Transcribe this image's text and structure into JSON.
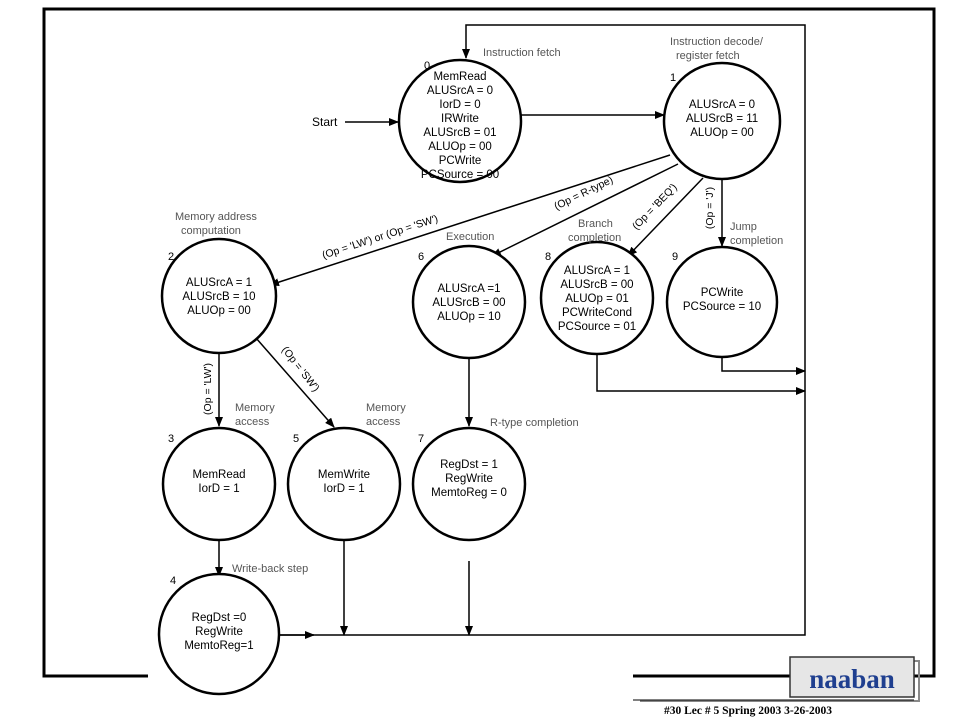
{
  "diagram": {
    "start_label": "Start",
    "states": [
      {
        "id": "0",
        "lines": [
          "MemRead",
          "ALUSrcA = 0",
          "IorD = 0",
          "IRWrite",
          "ALUSrcB = 01",
          "ALUOp = 00",
          "PCWrite",
          "PCSource = 00"
        ]
      },
      {
        "id": "1",
        "lines": [
          "ALUSrcA = 0",
          "ALUSrcB = 11",
          "ALUOp = 00"
        ]
      },
      {
        "id": "2",
        "lines": [
          "ALUSrcA = 1",
          "ALUSrcB = 10",
          "ALUOp = 00"
        ]
      },
      {
        "id": "6",
        "lines": [
          "ALUSrcA =1",
          "ALUSrcB = 00",
          "ALUOp = 10"
        ]
      },
      {
        "id": "8",
        "lines": [
          "ALUSrcA = 1",
          "ALUSrcB = 00",
          "ALUOp = 01",
          "PCWriteCond",
          "PCSource = 01"
        ]
      },
      {
        "id": "9",
        "lines": [
          "PCWrite",
          "PCSource = 10"
        ]
      },
      {
        "id": "3",
        "lines": [
          "MemRead",
          "IorD = 1"
        ]
      },
      {
        "id": "5",
        "lines": [
          "MemWrite",
          "IorD = 1"
        ]
      },
      {
        "id": "7",
        "lines": [
          "RegDst = 1",
          "RegWrite",
          "MemtoReg = 0"
        ]
      },
      {
        "id": "4",
        "lines": [
          "RegDst =0",
          "RegWrite",
          "MemtoReg=1"
        ]
      }
    ],
    "step_labels": [
      {
        "lines": [
          "Instruction fetch"
        ]
      },
      {
        "lines": [
          "Instruction decode/",
          "register fetch"
        ]
      },
      {
        "lines": [
          "Memory address",
          "computation"
        ]
      },
      {
        "lines": [
          "Execution"
        ]
      },
      {
        "lines": [
          "Branch",
          "completion"
        ]
      },
      {
        "lines": [
          "Jump",
          "completion"
        ]
      },
      {
        "lines": [
          "Memory",
          "access"
        ]
      },
      {
        "lines": [
          "Memory",
          "access"
        ]
      },
      {
        "lines": [
          "R-type completion"
        ]
      },
      {
        "lines": [
          "Write-back step"
        ]
      }
    ],
    "conditions": [
      "(Op = 'LW') or (Op = 'SW')",
      "(Op = R-type)",
      "(Op = 'BEQ')",
      "(Op = 'J')",
      "(Op = 'LW')",
      "(Op = 'SW')"
    ]
  },
  "footer": {
    "logo_text": "naaban",
    "caption": "#30   Lec # 5  Spring 2003  3-26-2003"
  }
}
